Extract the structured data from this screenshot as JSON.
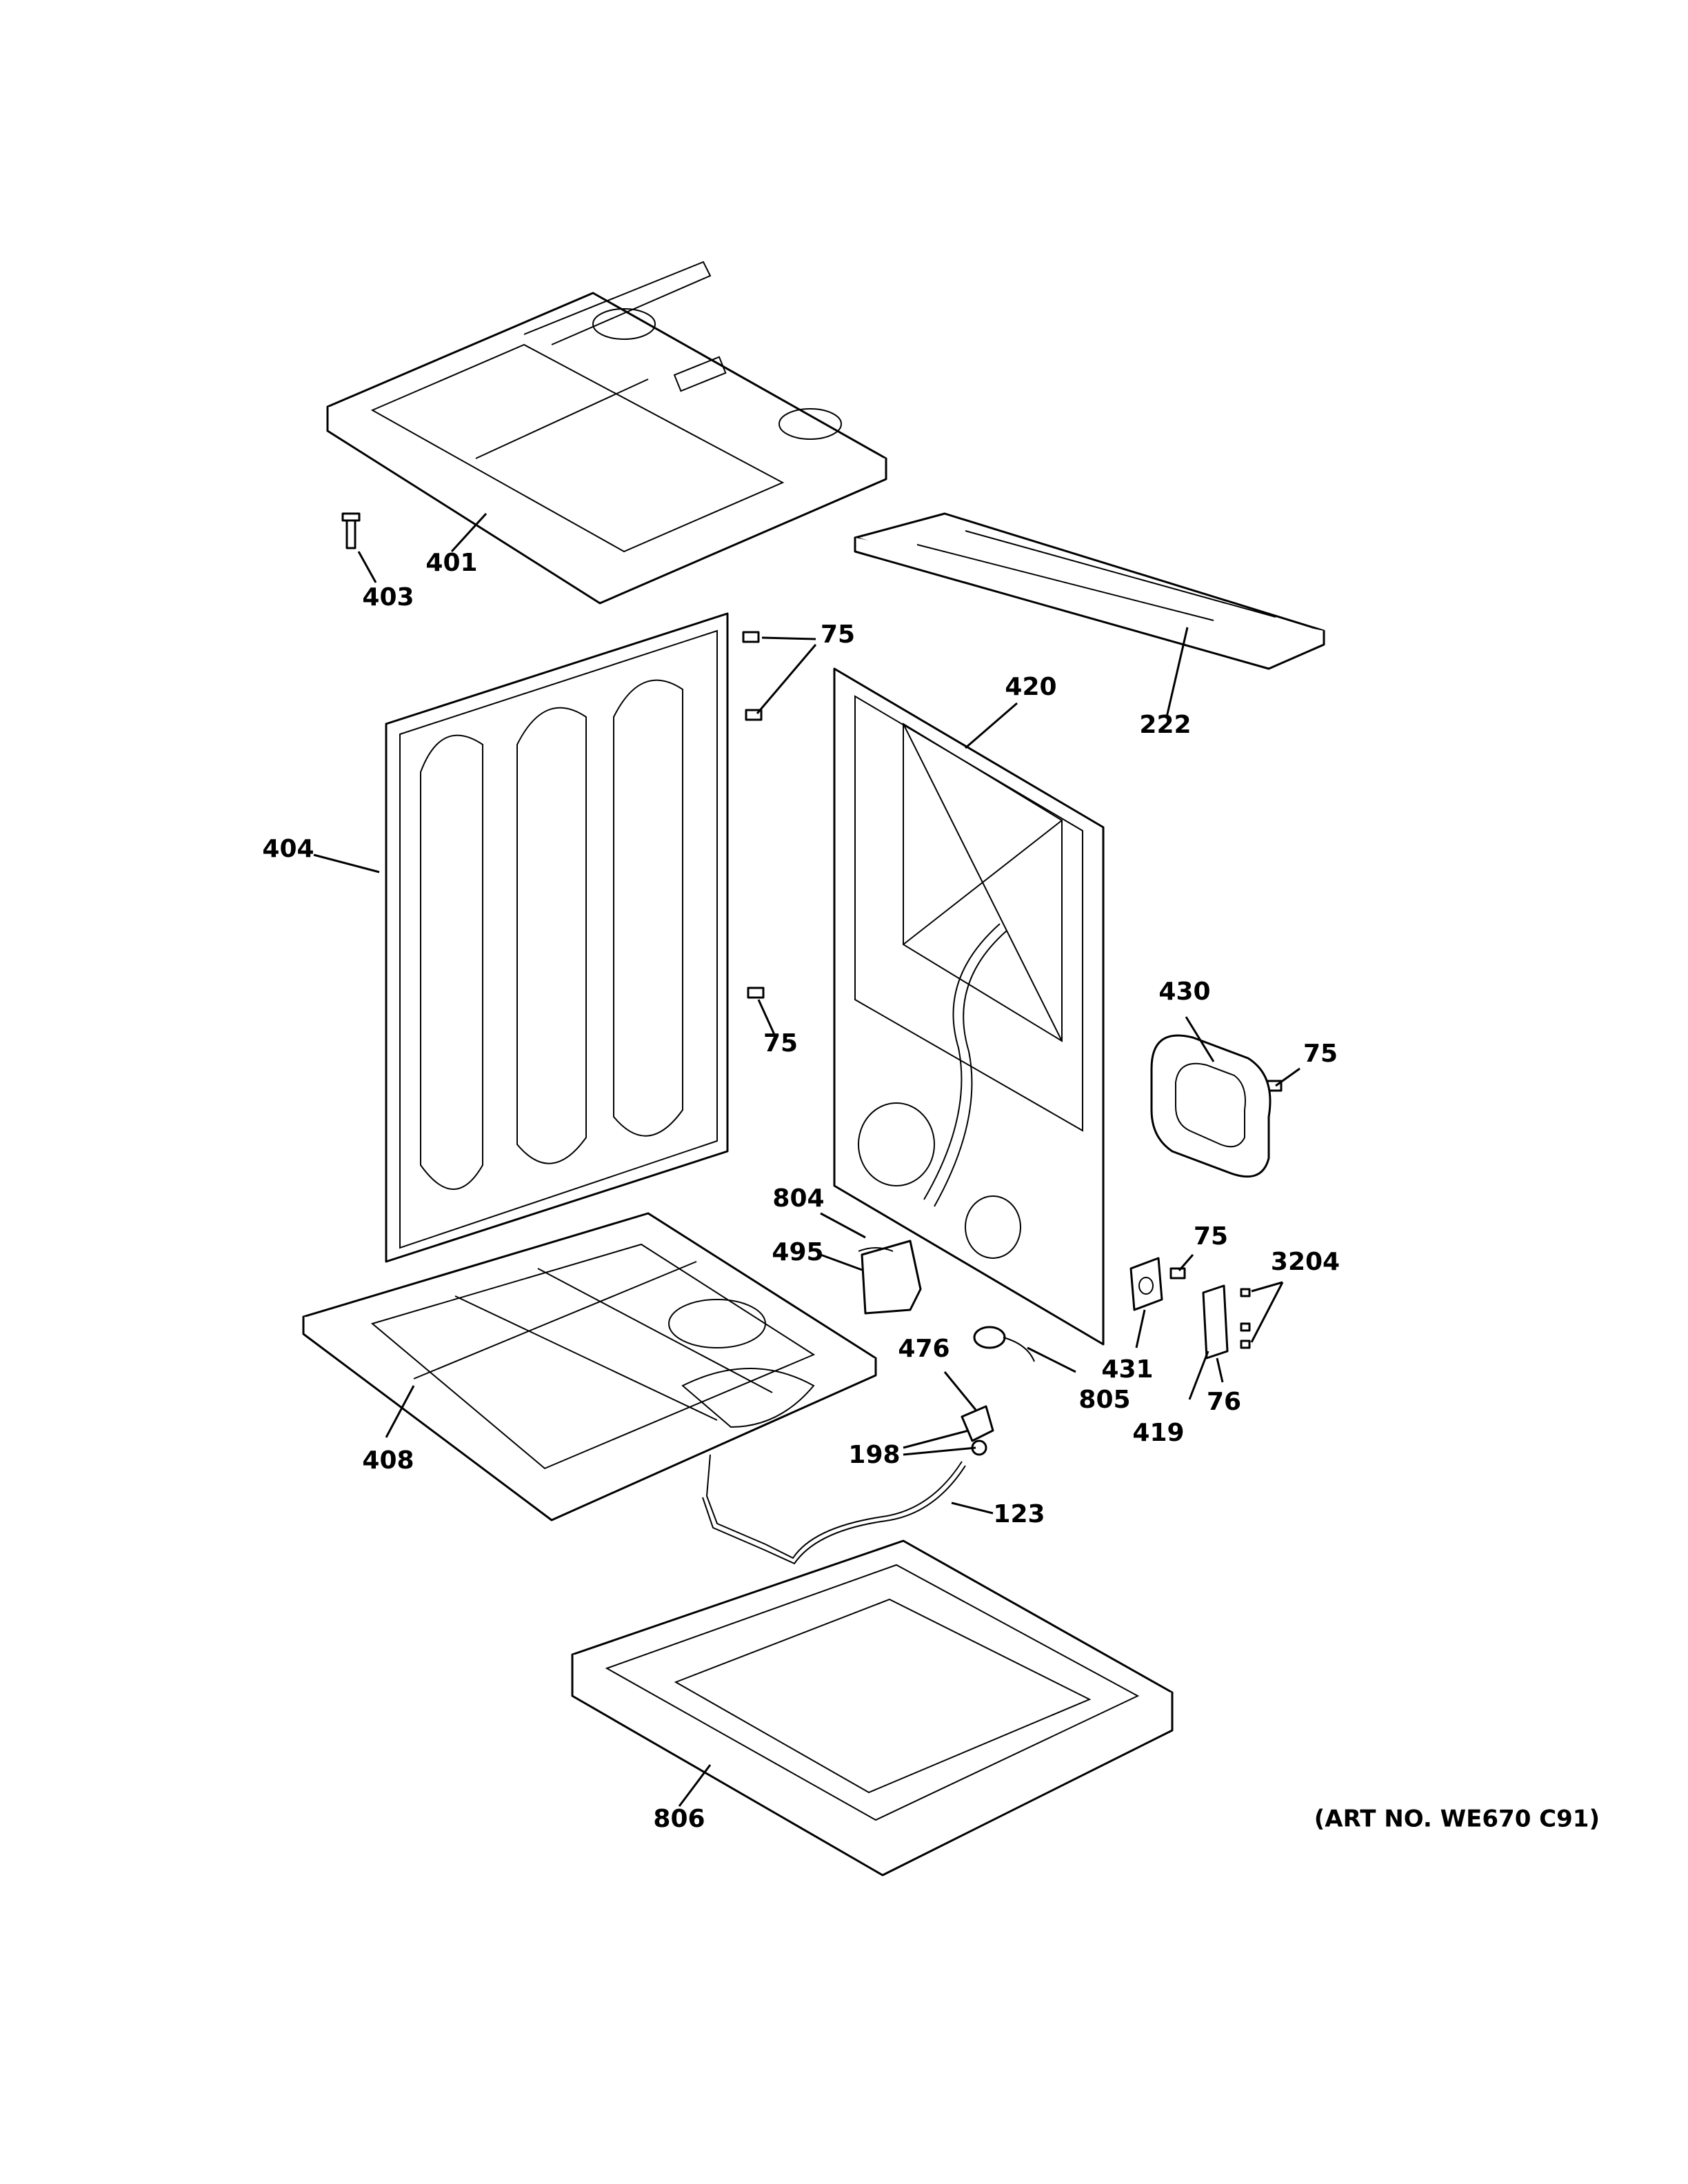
{
  "diagram": {
    "art_number": "(ART NO. WE670 C91)",
    "callouts": [
      {
        "id": "c401",
        "text": "401"
      },
      {
        "id": "c403",
        "text": "403"
      },
      {
        "id": "c75a",
        "text": "75"
      },
      {
        "id": "c420",
        "text": "420"
      },
      {
        "id": "c222",
        "text": "222"
      },
      {
        "id": "c404",
        "text": "404"
      },
      {
        "id": "c75b",
        "text": "75"
      },
      {
        "id": "c430",
        "text": "430"
      },
      {
        "id": "c75c",
        "text": "75"
      },
      {
        "id": "c804",
        "text": "804"
      },
      {
        "id": "c495",
        "text": "495"
      },
      {
        "id": "c75d",
        "text": "75"
      },
      {
        "id": "c3204",
        "text": "3204"
      },
      {
        "id": "c476",
        "text": "476"
      },
      {
        "id": "c805",
        "text": "805"
      },
      {
        "id": "c431",
        "text": "431"
      },
      {
        "id": "c76",
        "text": "76"
      },
      {
        "id": "c419",
        "text": "419"
      },
      {
        "id": "c408",
        "text": "408"
      },
      {
        "id": "c198",
        "text": "198"
      },
      {
        "id": "c123",
        "text": "123"
      },
      {
        "id": "c806",
        "text": "806"
      }
    ]
  }
}
